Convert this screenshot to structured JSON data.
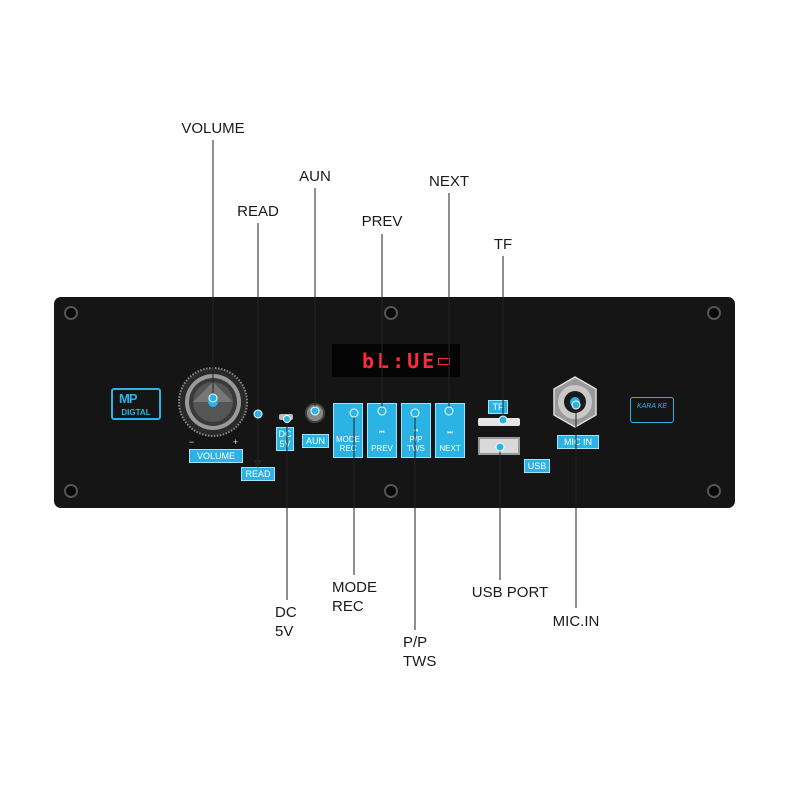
{
  "callouts": {
    "volume": "VOLUME",
    "read": "READ",
    "aun": "AUN",
    "prev": "PREV",
    "next": "NEXT",
    "tf": "TF",
    "dc": [
      "DC",
      "5V"
    ],
    "mode": [
      "MODE",
      "REC"
    ],
    "pp": [
      "P/P",
      "TWS"
    ],
    "usb_port": "USB PORT",
    "mic_in": "MIC.IN"
  },
  "panel": {
    "logo_mark": "MP",
    "logo_text": "DIGTAL",
    "display_text": "bL:UE",
    "karaoke_text": "KARA KE",
    "knob_minus": "−",
    "knob_plus": "+",
    "tags": {
      "volume": "VOLUME",
      "read": "READ",
      "dc": [
        "DC",
        "5V"
      ],
      "aun": "AUN",
      "tf": "TF",
      "usb": "USB",
      "mic_in": "MIC IN"
    },
    "buttons": [
      {
        "name": "mode-rec-button",
        "symbol": "",
        "label": [
          "MODE",
          "REC"
        ]
      },
      {
        "name": "prev-button",
        "symbol": "⏮",
        "label": [
          "PREV"
        ]
      },
      {
        "name": "pp-tws-button",
        "symbol": "⏯",
        "label": [
          "P/P",
          "TWS"
        ]
      },
      {
        "name": "next-button",
        "symbol": "⏭",
        "label": [
          "NEXT"
        ]
      }
    ]
  },
  "colors": {
    "panel": "#151515",
    "accent": "#2bb3e6",
    "display_text": "#ff2a3c",
    "leader_line": "#222222"
  }
}
